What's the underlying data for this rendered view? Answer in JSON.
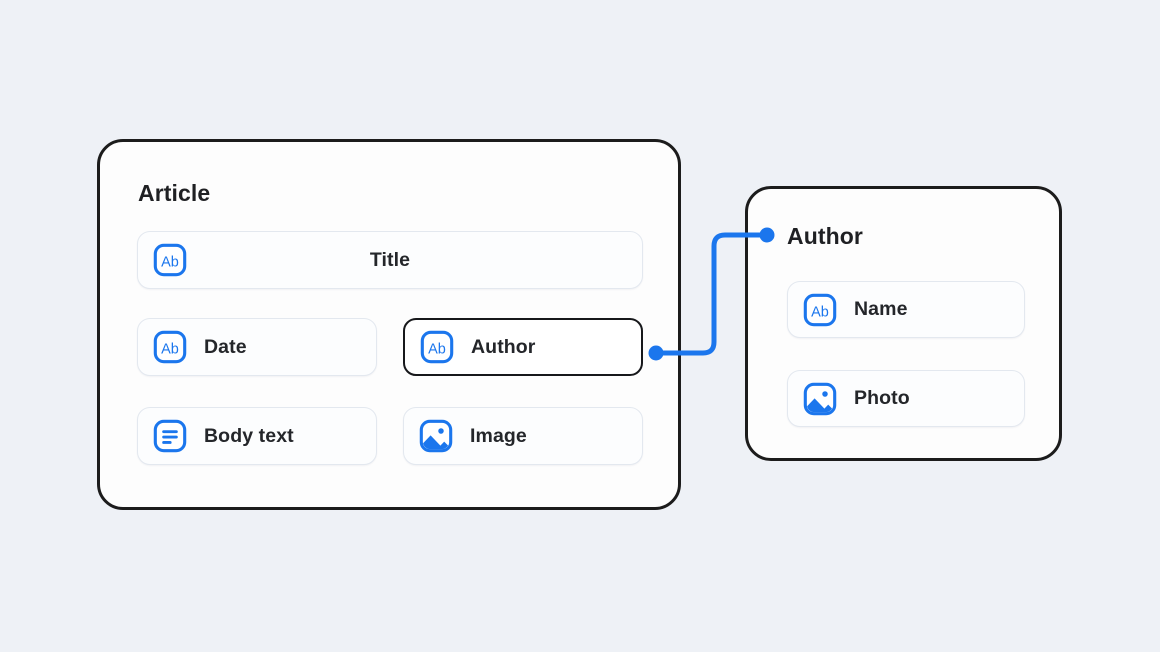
{
  "background_color": "#eef1f6",
  "accent_color": "#1b76ed",
  "outline_color": "#1c1c1c",
  "text_color": "#24262a",
  "field_border_color": "#e3e8ef",
  "diagram": {
    "type": "content-model-relationship",
    "entities": [
      {
        "id": "article",
        "title": "Article",
        "fields": [
          {
            "id": "title",
            "label": "Title",
            "icon": "ab-text-icon",
            "layout": "full",
            "selected": false,
            "label_align": "center"
          },
          {
            "id": "date",
            "label": "Date",
            "icon": "ab-text-icon",
            "layout": "half",
            "selected": false,
            "label_align": "left"
          },
          {
            "id": "author",
            "label": "Author",
            "icon": "ab-text-icon",
            "layout": "half",
            "selected": true,
            "label_align": "left"
          },
          {
            "id": "body-text",
            "label": "Body text",
            "icon": "document-lines-icon",
            "layout": "half",
            "selected": false,
            "label_align": "left"
          },
          {
            "id": "image",
            "label": "Image",
            "icon": "image-picture-icon",
            "layout": "half",
            "selected": false,
            "label_align": "left"
          }
        ]
      },
      {
        "id": "author",
        "title": "Author",
        "fields": [
          {
            "id": "name",
            "label": "Name",
            "icon": "ab-text-icon",
            "layout": "full",
            "selected": false,
            "label_align": "left"
          },
          {
            "id": "photo",
            "label": "Photo",
            "icon": "image-picture-icon",
            "layout": "full",
            "selected": false,
            "label_align": "left"
          }
        ]
      }
    ],
    "connection": {
      "id": "article-author-link",
      "from_field": "Author",
      "to_entity": "Author",
      "color": "#1b76ed",
      "endpoint_style": "dot",
      "path_style": "rounded-elbow"
    }
  },
  "icons": {
    "ab_glyph": "Ab"
  }
}
